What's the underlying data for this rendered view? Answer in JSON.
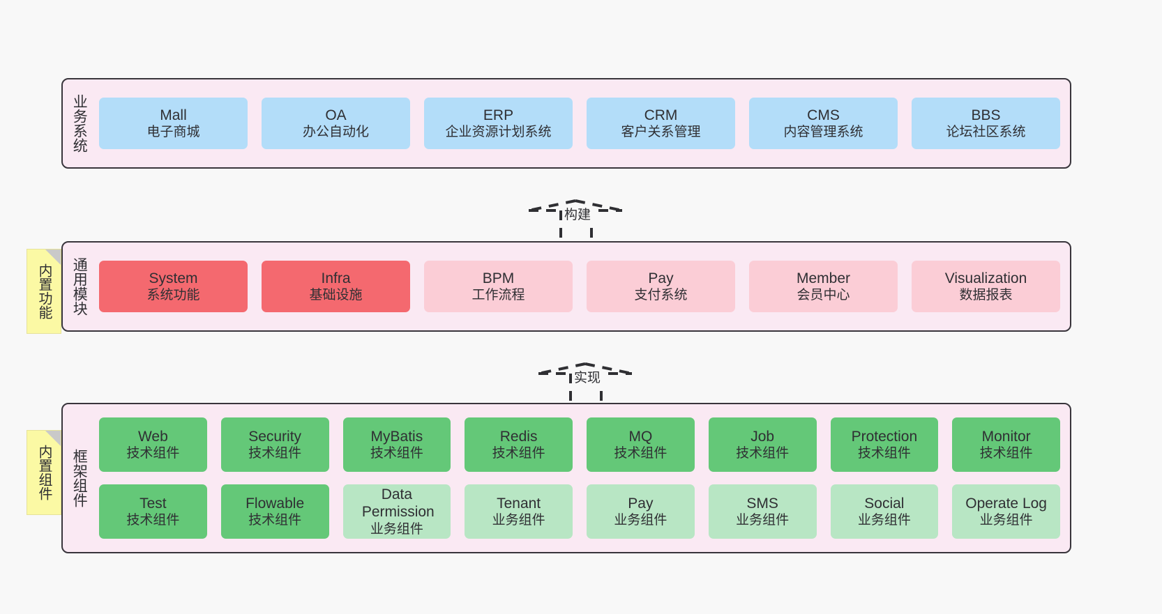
{
  "diagram": {
    "background": "#f8f8f8",
    "container_bg": "#fae9f3",
    "container_border": "#39353c"
  },
  "layers": [
    {
      "id": "business-systems",
      "label": "业务系统",
      "rows": [
        {
          "cards": [
            {
              "t1": "Mall",
              "t2": "电子商城",
              "color": "#b3ddf9",
              "style": "c-blue"
            },
            {
              "t1": "OA",
              "t2": "办公自动化",
              "color": "#b3ddf9",
              "style": "c-blue"
            },
            {
              "t1": "ERP",
              "t2": "企业资源计划系统",
              "color": "#b3ddf9",
              "style": "c-blue"
            },
            {
              "t1": "CRM",
              "t2": "客户关系管理",
              "color": "#b3ddf9",
              "style": "c-blue"
            },
            {
              "t1": "CMS",
              "t2": "内容管理系统",
              "color": "#b3ddf9",
              "style": "c-blue"
            },
            {
              "t1": "BBS",
              "t2": "论坛社区系统",
              "color": "#b3ddf9",
              "style": "c-blue"
            }
          ]
        }
      ]
    },
    {
      "id": "common-modules",
      "label": "通用模块",
      "note": "内置功能",
      "rows": [
        {
          "cards": [
            {
              "t1": "System",
              "t2": "系统功能",
              "color": "#f4696f",
              "style": "c-red"
            },
            {
              "t1": "Infra",
              "t2": "基础设施",
              "color": "#f4696f",
              "style": "c-red"
            },
            {
              "t1": "BPM",
              "t2": "工作流程",
              "color": "#fbcdd6",
              "style": "c-pink"
            },
            {
              "t1": "Pay",
              "t2": "支付系统",
              "color": "#fbcdd6",
              "style": "c-pink"
            },
            {
              "t1": "Member",
              "t2": "会员中心",
              "color": "#fbcdd6",
              "style": "c-pink"
            },
            {
              "t1": "Visualization",
              "t2": "数据报表",
              "color": "#fbcdd6",
              "style": "c-pink"
            }
          ]
        }
      ]
    },
    {
      "id": "framework-components",
      "label": "框架组件",
      "note": "内置组件",
      "rows": [
        {
          "cards": [
            {
              "t1": "Web",
              "t2": "技术组件",
              "color": "#64c878",
              "style": "c-green-dark"
            },
            {
              "t1": "Security",
              "t2": "技术组件",
              "color": "#64c878",
              "style": "c-green-dark"
            },
            {
              "t1": "MyBatis",
              "t2": "技术组件",
              "color": "#64c878",
              "style": "c-green-dark"
            },
            {
              "t1": "Redis",
              "t2": "技术组件",
              "color": "#64c878",
              "style": "c-green-dark"
            },
            {
              "t1": "MQ",
              "t2": "技术组件",
              "color": "#64c878",
              "style": "c-green-dark"
            },
            {
              "t1": "Job",
              "t2": "技术组件",
              "color": "#64c878",
              "style": "c-green-dark"
            },
            {
              "t1": "Protection",
              "t2": "技术组件",
              "color": "#64c878",
              "style": "c-green-dark"
            },
            {
              "t1": "Monitor",
              "t2": "技术组件",
              "color": "#64c878",
              "style": "c-green-dark"
            }
          ]
        },
        {
          "cards": [
            {
              "t1": "Test",
              "t2": "技术组件",
              "color": "#64c878",
              "style": "c-green-dark"
            },
            {
              "t1": "Flowable",
              "t2": "技术组件",
              "color": "#64c878",
              "style": "c-green-dark"
            },
            {
              "t1": "Data Permission",
              "t2": "业务组件",
              "color": "#b8e6c4",
              "style": "c-green-light"
            },
            {
              "t1": "Tenant",
              "t2": "业务组件",
              "color": "#b8e6c4",
              "style": "c-green-light"
            },
            {
              "t1": "Pay",
              "t2": "业务组件",
              "color": "#b8e6c4",
              "style": "c-green-light"
            },
            {
              "t1": "SMS",
              "t2": "业务组件",
              "color": "#b8e6c4",
              "style": "c-green-light"
            },
            {
              "t1": "Social",
              "t2": "业务组件",
              "color": "#b8e6c4",
              "style": "c-green-light"
            },
            {
              "t1": "Operate Log",
              "t2": "业务组件",
              "color": "#b8e6c4",
              "style": "c-green-light"
            }
          ]
        }
      ]
    }
  ],
  "connectors": [
    {
      "id": "build",
      "label": "构建"
    },
    {
      "id": "implement",
      "label": "实现"
    }
  ]
}
